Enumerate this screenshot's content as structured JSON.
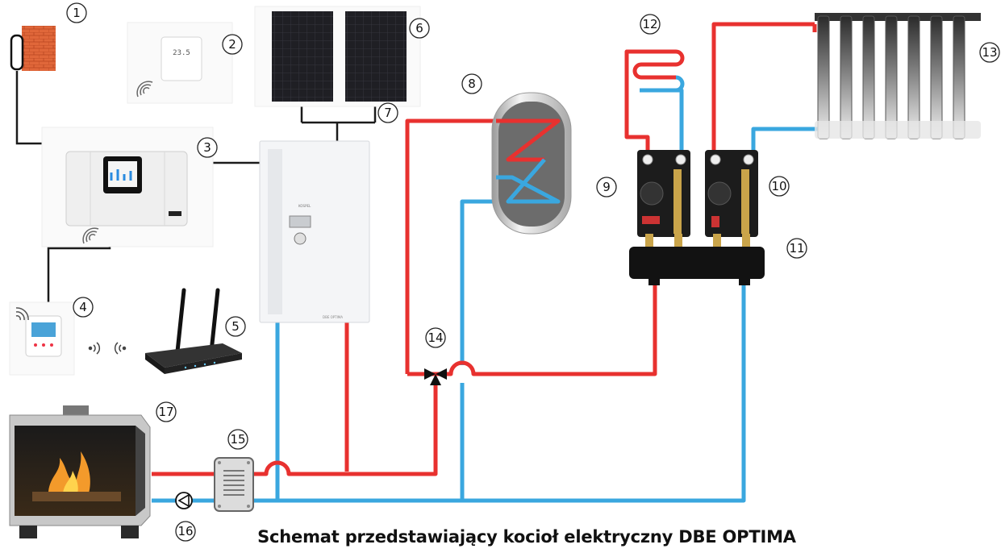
{
  "caption": "Schemat przedstawiający kocioł elektryczny DBE OPTIMA",
  "colors": {
    "hot": "#e8312f",
    "cold": "#3aa7df",
    "cable": "#1b1b1b"
  },
  "callouts": [
    "1",
    "2",
    "3",
    "4",
    "5",
    "6",
    "7",
    "8",
    "9",
    "10",
    "11",
    "12",
    "13",
    "14",
    "15",
    "16",
    "17"
  ],
  "device_labels": {
    "boiler_brand": "KOSPEL",
    "boiler_model": "DBE OPTIMA",
    "thermostat_display": "23.5"
  }
}
